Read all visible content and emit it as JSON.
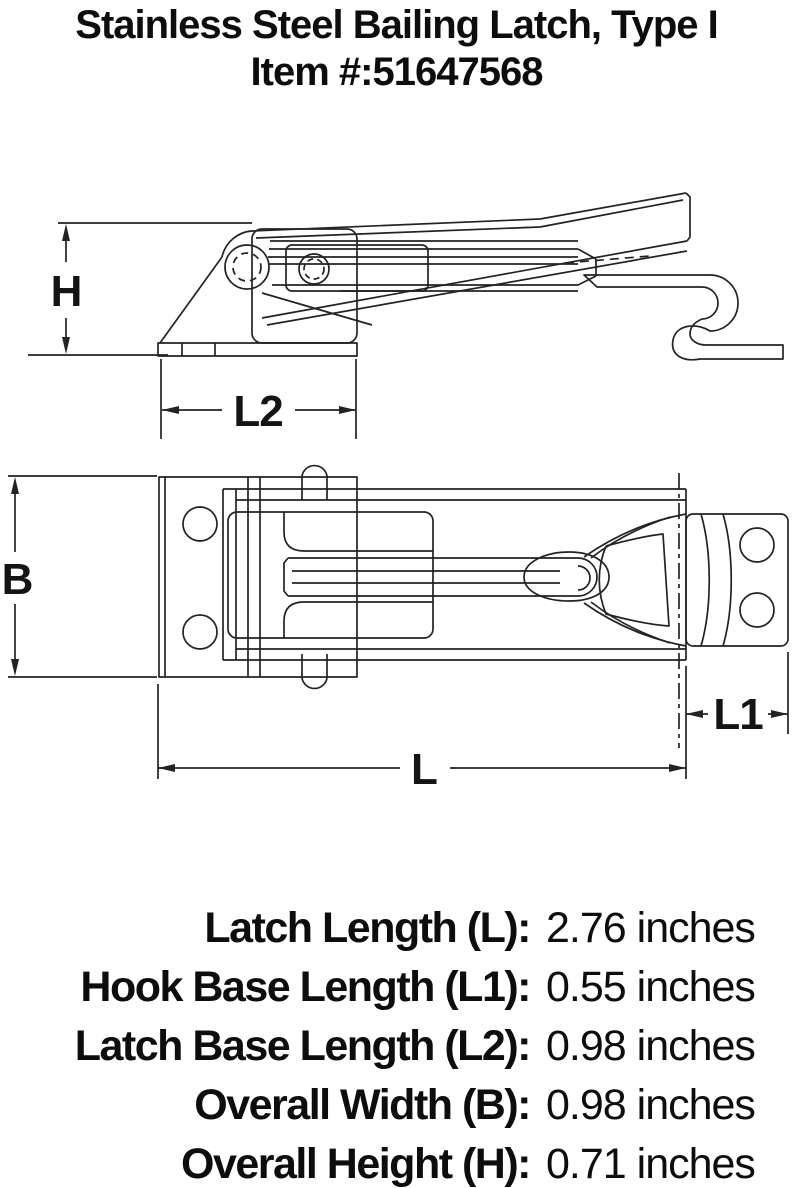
{
  "title": {
    "product_name": "Stainless Steel Bailing Latch, Type I",
    "item_line": "Item #:51647568"
  },
  "diagram": {
    "views": [
      "side-view",
      "top-view"
    ],
    "dimension_labels": {
      "overall_height": "H",
      "latch_base_length": "L2",
      "overall_width": "B",
      "latch_length": "L",
      "hook_base_length": "L1"
    }
  },
  "specs": {
    "rows": [
      {
        "label": "Latch Length (L):",
        "value": "2.76 inches"
      },
      {
        "label": "Hook Base Length (L1):",
        "value": "0.55 inches"
      },
      {
        "label": "Latch Base Length (L2):",
        "value": "0.98 inches"
      },
      {
        "label": "Overall Width (B):",
        "value": "0.98 inches"
      },
      {
        "label": "Overall Height (H):",
        "value": "0.71 inches"
      }
    ]
  },
  "colors": {
    "line": "#232323",
    "text": "#0d0d0d",
    "background": "#ffffff"
  }
}
